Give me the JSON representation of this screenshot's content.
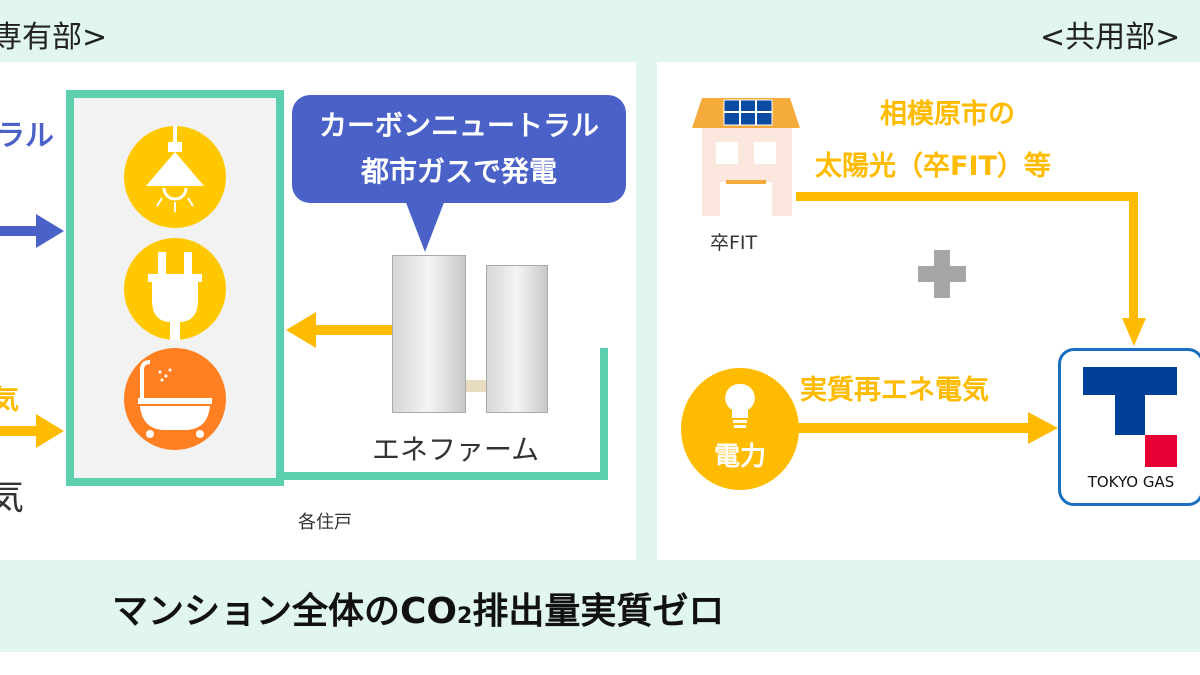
{
  "left": {
    "header": "専有部>",
    "label_blue": "ラル",
    "label_orange": "気",
    "label_dark": "気",
    "unit_label": "各住戸",
    "bubble": {
      "line1": "カーボンニュートラル",
      "line2": "都市ガスで発電"
    },
    "enefarm": "エネファーム"
  },
  "right": {
    "header": "<共用部>",
    "solar_line1": "相模原市の",
    "solar_line2": "太陽光（卒FIT）等",
    "house_label": "卒FIT",
    "power_label": "実質再エネ電気",
    "power_icon": "電力",
    "logo_text": "TOKYO GAS"
  },
  "footer": {
    "pre": "マンション全体のCO",
    "sub": "2",
    "post": "排出量実質ゼロ"
  },
  "colors": {
    "mint": "#5ccfae",
    "blue": "#4a62c8",
    "yellow": "#ffc400",
    "orange": "#ff8022",
    "tg_blue": "#003f98",
    "tg_red": "#e60033"
  }
}
